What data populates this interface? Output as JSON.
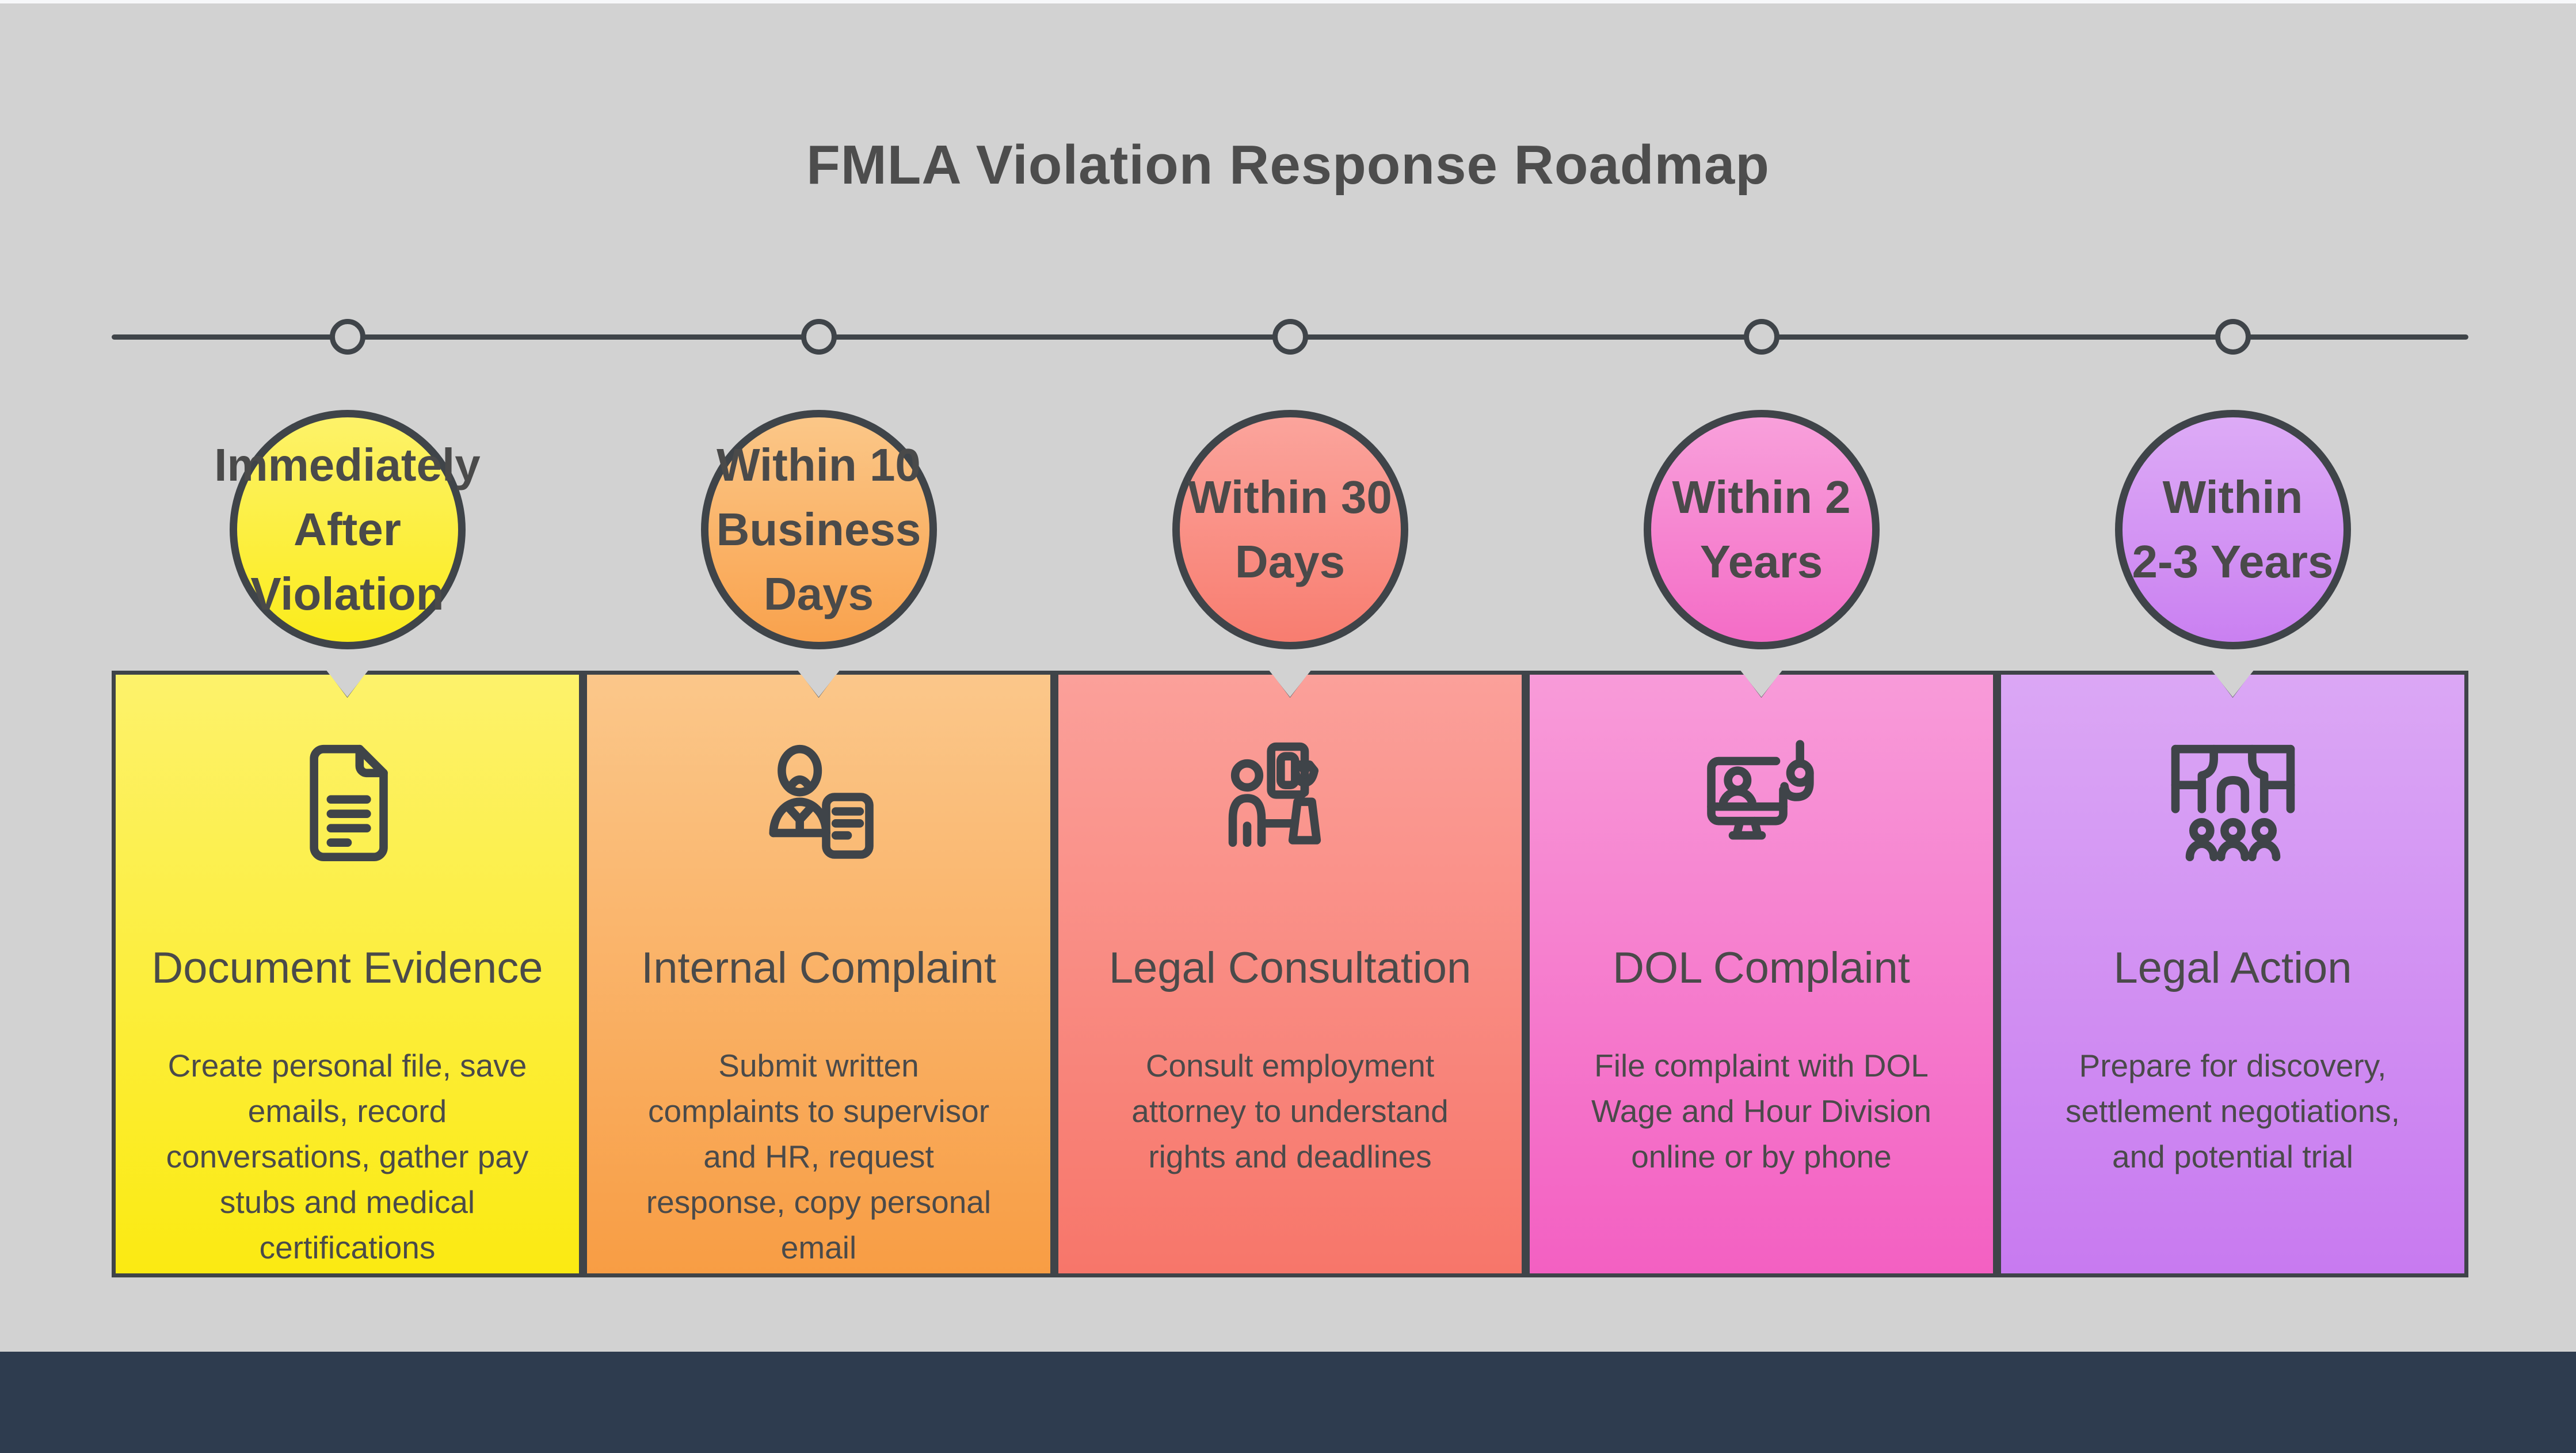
{
  "page": {
    "title": "FMLA Violation Response Roadmap"
  },
  "colors": {
    "background": "#d2d2d2",
    "top_strip": "#f7f8fa",
    "footer_band": "#2e3c4f",
    "timeline_line": "#3f4449",
    "outline_stroke": "#3f4449",
    "text": "#4a4a4a"
  },
  "stages": [
    {
      "time": "Immediately\nAfter\nViolation",
      "card_title": "Document Evidence",
      "description": "Create personal file, save\nemails, record\nconversations, gather pay\nstubs and medical\ncertifications",
      "icon": "document-icon",
      "circle_colors": [
        "#fdf269",
        "#fbec1c"
      ],
      "card_colors": [
        "#fdf26b",
        "#fbea12"
      ]
    },
    {
      "time": "Within 10\nBusiness\nDays",
      "card_title": "Internal Complaint",
      "description": "Submit written\ncomplaints to supervisor\nand HR, request\nresponse, copy personal\nemail",
      "icon": "person-document-icon",
      "circle_colors": [
        "#fbc788",
        "#f9a24d"
      ],
      "card_colors": [
        "#fbc78a",
        "#f89d44"
      ]
    },
    {
      "time": "Within 30\nDays",
      "card_title": "Legal Consultation",
      "description": "Consult employment\nattorney to understand\nrights and deadlines",
      "icon": "attorney-consultation-icon",
      "circle_colors": [
        "#fba49c",
        "#f87d70"
      ],
      "card_colors": [
        "#fba09a",
        "#f7766a"
      ]
    },
    {
      "time": "Within 2\nYears",
      "card_title": "DOL Complaint",
      "description": "File complaint with DOL\nWage and Hour Division\nonline or by phone",
      "icon": "online-filing-monitor-hook-icon",
      "circle_colors": [
        "#f8a0db",
        "#f46cc6"
      ],
      "card_colors": [
        "#f89bd9",
        "#f360c2"
      ]
    },
    {
      "time": "Within\n2-3 Years",
      "card_title": "Legal Action",
      "description": "Prepare for discovery,\nsettlement negotiations,\nand potential trial",
      "icon": "courtroom-trial-icon",
      "circle_colors": [
        "#ddabf6",
        "#ca80f1"
      ],
      "card_colors": [
        "#dba7f5",
        "#c87af0"
      ]
    }
  ]
}
